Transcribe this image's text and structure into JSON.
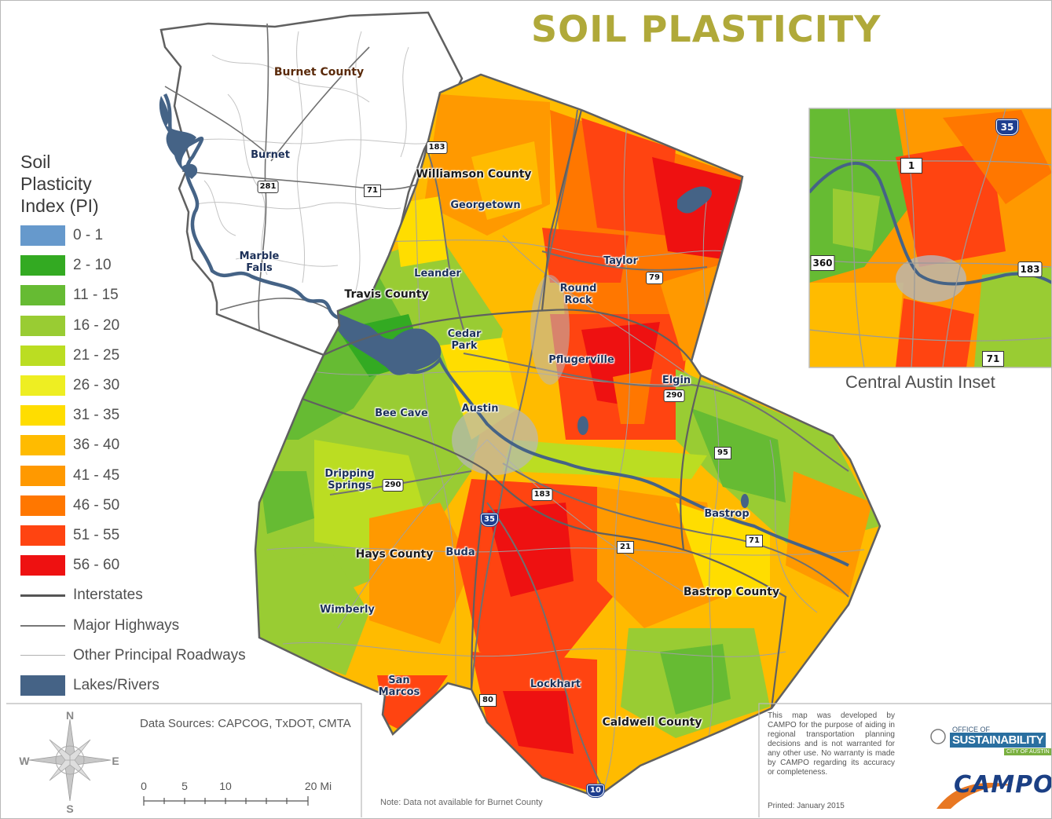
{
  "title": "SOIL PLASTICITY",
  "legend": {
    "title_lines": [
      "Soil",
      "Plasticity",
      "Index (PI)"
    ],
    "classes": [
      {
        "label": "0 - 1",
        "color": "#6699cc"
      },
      {
        "label": "2 - 10",
        "color": "#33aa22"
      },
      {
        "label": "11 - 15",
        "color": "#66bb33"
      },
      {
        "label": "16 - 20",
        "color": "#99cc33"
      },
      {
        "label": "21 - 25",
        "color": "#bbdd22"
      },
      {
        "label": "26 - 30",
        "color": "#eeee22"
      },
      {
        "label": "31 - 35",
        "color": "#ffdd00"
      },
      {
        "label": "36 - 40",
        "color": "#ffbb00"
      },
      {
        "label": "41 - 45",
        "color": "#ff9900"
      },
      {
        "label": "46 - 50",
        "color": "#ff7700"
      },
      {
        "label": "51 - 55",
        "color": "#ff4411"
      },
      {
        "label": "56 - 60",
        "color": "#ee1111"
      }
    ],
    "line_items": [
      {
        "label": "Interstates",
        "color": "#555555"
      },
      {
        "label": "Major Highways",
        "color": "#777777"
      },
      {
        "label": "Other Principal Roadways",
        "color": "#b0b0b0"
      }
    ],
    "lakes": {
      "label": "Lakes/Rivers",
      "color": "#456386"
    }
  },
  "counties": {
    "burnet": "Burnet County",
    "williamson": "Williamson County",
    "travis": "Travis County",
    "hays": "Hays County",
    "bastrop": "Bastrop County",
    "caldwell": "Caldwell County"
  },
  "cities": {
    "burnet": "Burnet",
    "marble_falls": [
      "Marble",
      "Falls"
    ],
    "georgetown": "Georgetown",
    "taylor": "Taylor",
    "leander": "Leander",
    "round_rock": [
      "Round",
      "Rock"
    ],
    "cedar_park": [
      "Cedar",
      "Park"
    ],
    "pflugerville": "Pflugerville",
    "elgin": "Elgin",
    "bee_cave": "Bee Cave",
    "austin": "Austin",
    "dripping_springs": [
      "Dripping",
      "Springs"
    ],
    "bastrop": "Bastrop",
    "buda": "Buda",
    "wimberly": "Wimberly",
    "san_marcos": [
      "San",
      "Marcos"
    ],
    "lockhart": "Lockhart"
  },
  "shields": {
    "us183_north": "183",
    "us281": "281",
    "sh71_burnet": "71",
    "us79": "79",
    "us290_elgin": "290",
    "sh95": "95",
    "us290_dripping": "290",
    "us183_south": "183",
    "i35": "35",
    "sh21": "21",
    "sh71_bastrop": "71",
    "sh80": "80",
    "i10": "10"
  },
  "inset": {
    "caption": "Central Austin Inset",
    "shields": {
      "i35": "35",
      "loop1": "1",
      "sh360": "360",
      "us183": "183",
      "sh71": "71"
    }
  },
  "compass": {
    "n": "N",
    "s": "S",
    "e": "E",
    "w": "W"
  },
  "sources": "Data Sources: CAPCOG, TxDOT, CMTA",
  "scale": {
    "labels": [
      "0",
      "5",
      "10",
      "20 Mi"
    ]
  },
  "note": "Note: Data not available for Burnet County",
  "disclaimer": "This map was developed by CAMPO for the purpose of aiding in regional transportation planning decisions and is not warranted for any other use. No warranty is made by CAMPO regarding its accuracy or completeness.",
  "printed": "Printed: January 2015",
  "logos": {
    "oos_small": "OFFICE OF",
    "oos_big": "SUSTAINABILITY",
    "oos_city": "CITY OF AUSTIN",
    "campo": "CAMPO"
  }
}
